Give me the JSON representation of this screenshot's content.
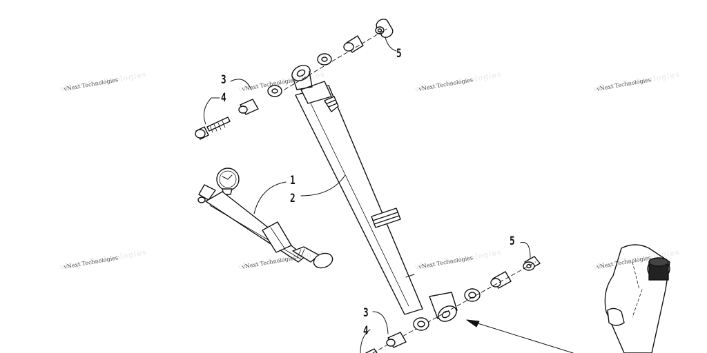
{
  "watermark": {
    "text": "vNext Technologies"
  },
  "callouts": {
    "c1": "1",
    "c2": "2",
    "c3_top": "3",
    "c4_top": "4",
    "c5_top": "5",
    "c5_bottom": "5",
    "c3_bottom": "3",
    "c4_bottom": "4"
  }
}
